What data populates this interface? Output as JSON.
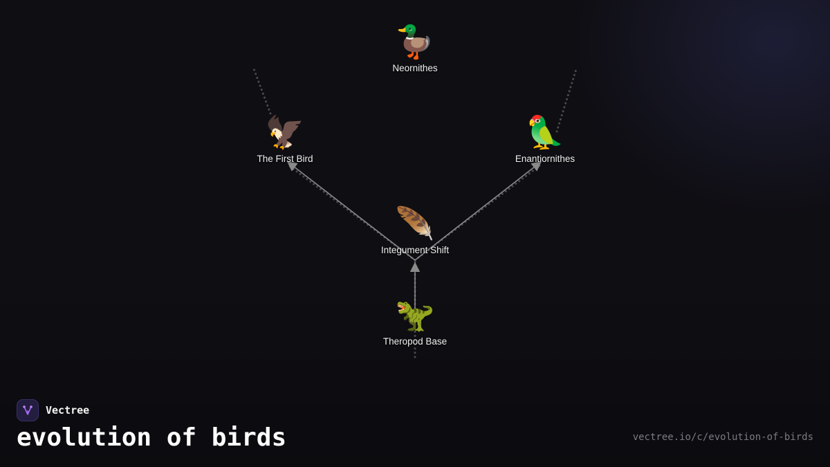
{
  "brand": {
    "name": "Vectree",
    "logo_icon": "branching-tree-icon",
    "accent_color": "#8b5cf6"
  },
  "page": {
    "title": "evolution of birds",
    "url": "vectree.io/c/evolution-of-birds"
  },
  "colors": {
    "background": "#0f0e13",
    "edge": "#8a8a8a",
    "edge_dotted": "#4a4a4f"
  },
  "tree": {
    "nodes": [
      {
        "id": "theropod",
        "label": "Theropod Base",
        "emoji": "🦖",
        "icon": "t-rex-icon"
      },
      {
        "id": "integument",
        "label": "Integument Shift",
        "emoji": "🪶",
        "icon": "feather-icon"
      },
      {
        "id": "firstbird",
        "label": "The First Bird",
        "emoji": "🦅",
        "icon": "eagle-icon"
      },
      {
        "id": "enantiornithes",
        "label": "Enantiornithes",
        "emoji": "🦜",
        "icon": "parrot-icon"
      },
      {
        "id": "neornithes",
        "label": "Neornithes",
        "emoji": "🦆",
        "icon": "duck-icon"
      }
    ],
    "edges": [
      {
        "from": "theropod",
        "to": "integument"
      },
      {
        "from": "integument",
        "to": "firstbird"
      },
      {
        "from": "integument",
        "to": "enantiornithes"
      }
    ]
  }
}
